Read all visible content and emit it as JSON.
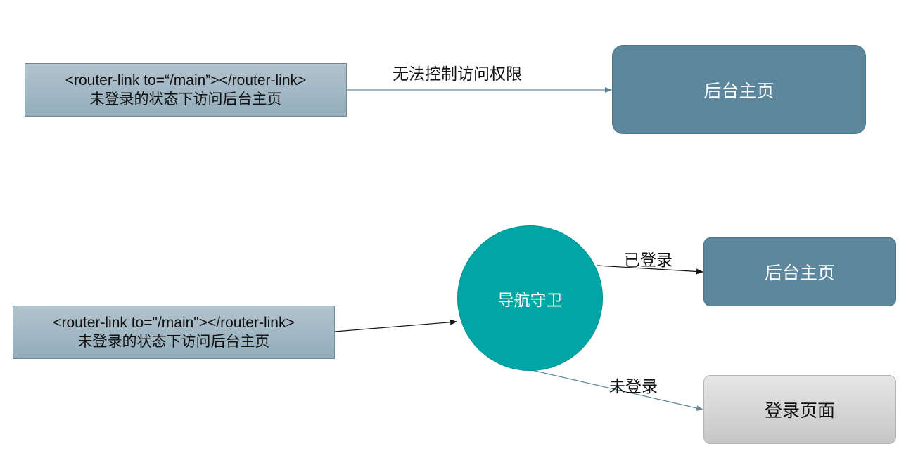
{
  "top_flow": {
    "source_code": "<router-link to=“/main”></router-link>",
    "source_desc": "未登录的状态下访问后台主页",
    "edge_label": "无法控制访问权限",
    "target": "后台主页"
  },
  "bottom_flow": {
    "source_code": "<router-link to=\"/main\"></router-link>",
    "source_desc": "未登录的状态下访问后台主页",
    "guard": "导航守卫",
    "logged_in_label": "已登录",
    "logged_in_target": "后台主页",
    "not_logged_in_label": "未登录",
    "not_logged_in_target": "登录页面"
  },
  "colors": {
    "source_box": "#9fb5c2",
    "target_box": "#5b869b",
    "guard_circle": "#00a5a6",
    "login_box": "#d4d4d4",
    "arrow_blue": "#5b869b",
    "arrow_black": "#111111"
  }
}
